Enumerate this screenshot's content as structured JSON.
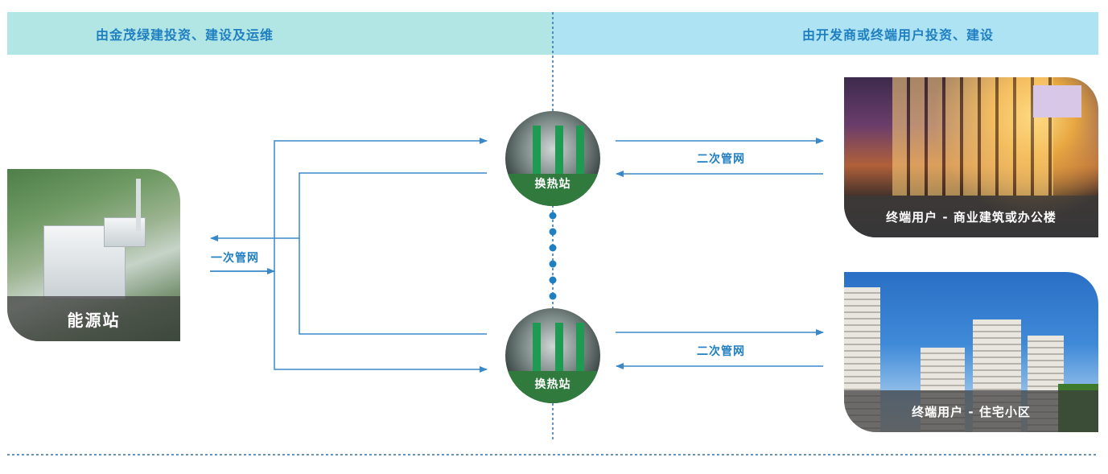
{
  "banners": {
    "left": "由金茂绿建投资、建设及运维",
    "right": "由开发商或终端用户投资、建设"
  },
  "energy_station": {
    "label": "能源站"
  },
  "primary_network": {
    "label": "一次管网"
  },
  "heat_stations": [
    {
      "label": "换热站"
    },
    {
      "label": "换热站"
    }
  ],
  "secondary_networks": [
    {
      "label": "二次管网"
    },
    {
      "label": "二次管网"
    }
  ],
  "end_users": [
    {
      "label": "终端用户 - 商业建筑或办公楼"
    },
    {
      "label": "终端用户 - 住宅小区"
    }
  ],
  "colors": {
    "accent": "#1f7fc0",
    "line": "#3a88c8",
    "banner_left": "#b2e6e4",
    "banner_right": "#aee3f4"
  }
}
